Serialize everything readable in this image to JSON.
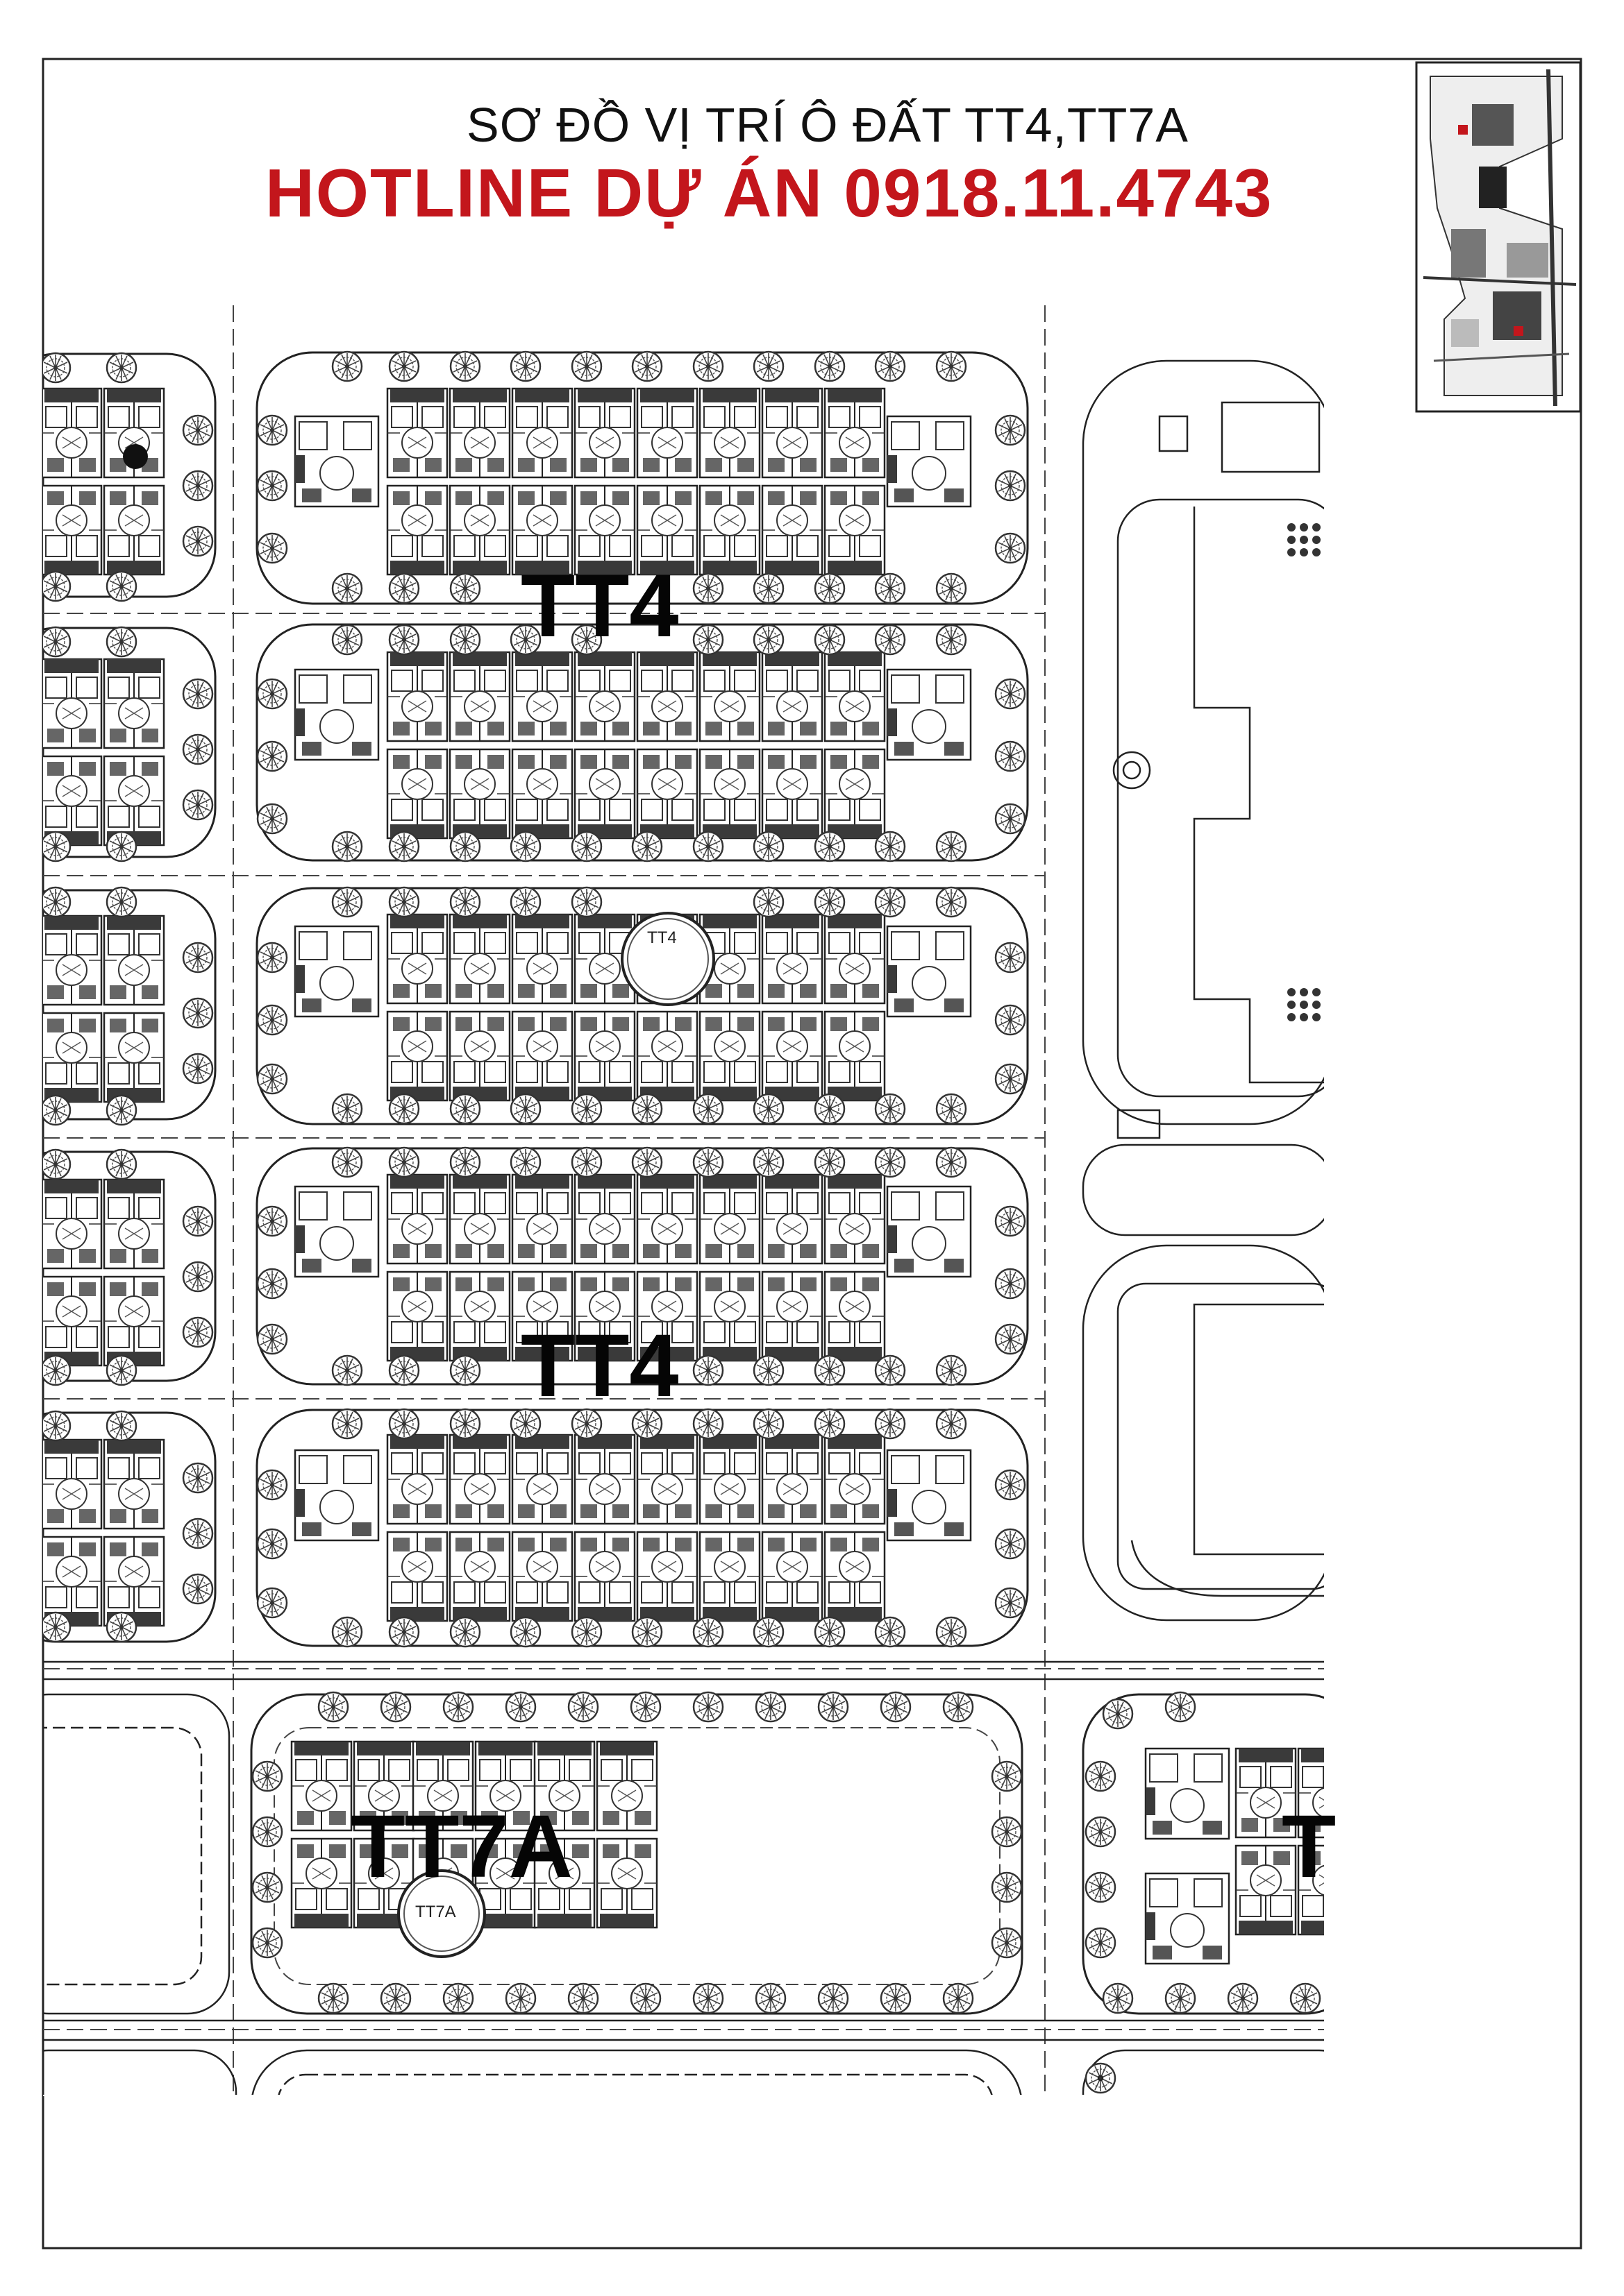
{
  "header": {
    "title": "SƠ ĐỒ VỊ TRÍ Ô ĐẤT TT4,TT7A",
    "hotline": "HOTLINE DỰ ÁN 0918.11.4743"
  },
  "map": {
    "labels": {
      "tt4_top": "TT4",
      "tt4_mid": "TT4",
      "tt7a": "TT7A",
      "partial_right": "T"
    },
    "circle_markers": {
      "tt4": "TT4",
      "tt7a": "TT7A"
    },
    "colors": {
      "hotline": "#c3161c",
      "lines": "#222222",
      "house_fill": "#3a3a3a",
      "tree": "#333333"
    }
  }
}
